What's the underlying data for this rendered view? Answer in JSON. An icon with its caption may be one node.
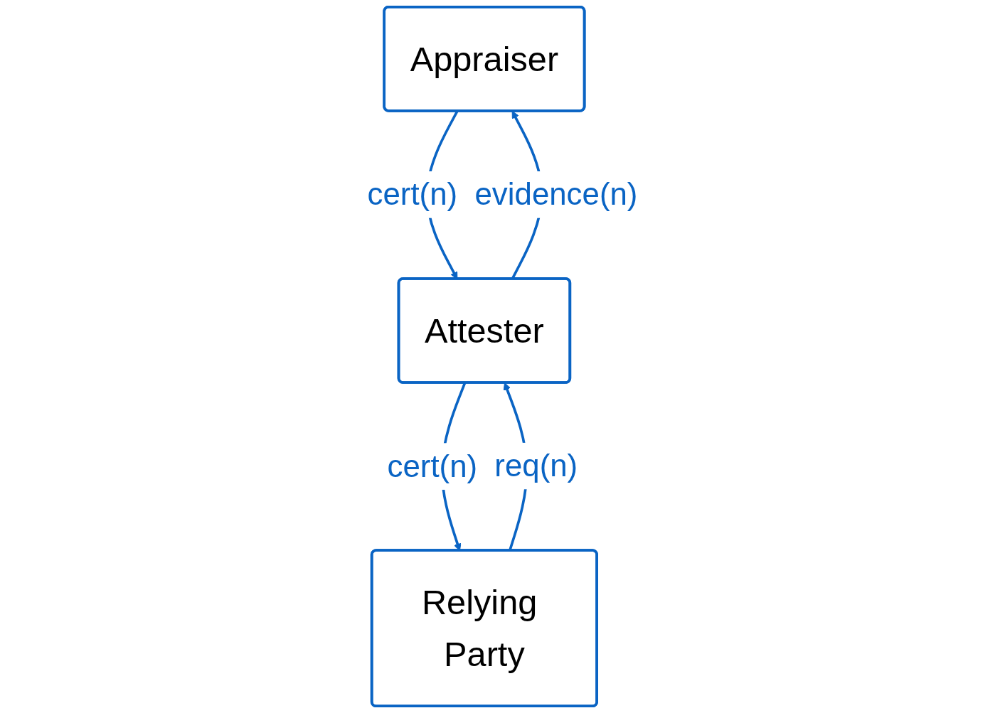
{
  "diagram": {
    "nodes": [
      {
        "text": [
          "Appraiser"
        ]
      },
      {
        "text": [
          "Attester"
        ]
      },
      {
        "text": [
          "Relying Party"
        ]
      }
    ],
    "edges": [
      {
        "from": 0,
        "to": 1,
        "label": "cert(n)",
        "arrow": "to"
      },
      {
        "from": 1,
        "to": 0,
        "label": "evidence(n)",
        "arrow": "to"
      },
      {
        "from": 2,
        "to": 1,
        "label": "req(n)",
        "arrow": "to"
      },
      {
        "from": 1,
        "to": 2,
        "label": "cert(n)",
        "arrow": "to"
      }
    ]
  }
}
